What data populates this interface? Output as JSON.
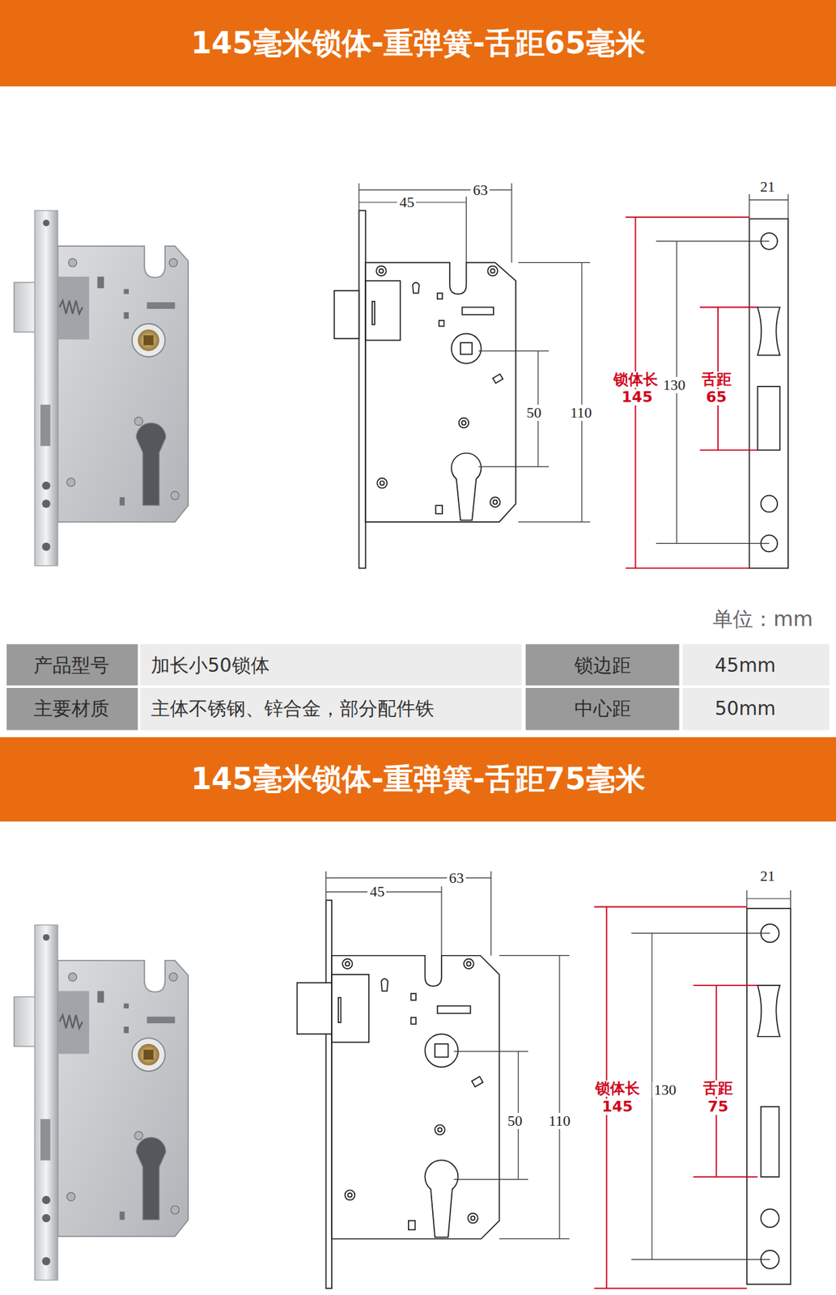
{
  "diagram": {
    "nodes": [
      {
        "text": [
          "145毫米锁体-重弹簧-舌距65毫米"
        ]
      },
      {
        "text": [
          "145毫米锁体-重弹簧-舌距75毫米"
        ]
      }
    ],
    "labels": [
      "45",
      "63",
      "50",
      "110",
      "21",
      "锁体长",
      "145",
      "130",
      "舌距",
      "65",
      "单位：mm",
      "产品型号",
      "加长小50锁体",
      "锁边距",
      "45mm",
      "主要材质",
      "主体不锈钢、锌合金，部分配件铁",
      "中心距",
      "50mm",
      "45",
      "63",
      "50",
      "110",
      "21",
      "锁体长",
      "145",
      "130",
      "舌距",
      "75"
    ]
  }
}
